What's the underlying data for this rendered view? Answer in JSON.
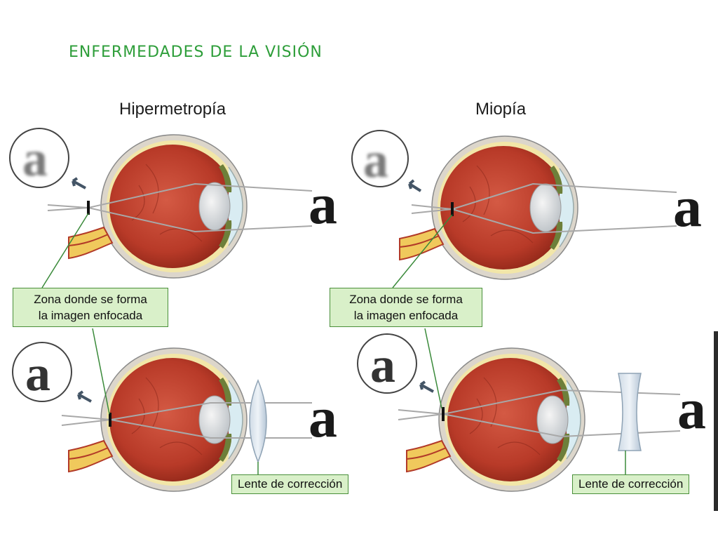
{
  "title": "ENFERMEDADES DE LA VISIÓN",
  "columns": {
    "left": "Hipermetropía",
    "right": "Miopía"
  },
  "callouts": {
    "focus_zone": "Zona donde se forma la imagen enfocada",
    "focus_zone_line1": "Zona donde se forma",
    "focus_zone_line2": "la imagen enfocada",
    "lens": "Lente de corrección"
  },
  "glyphs": {
    "object_letter": "a",
    "blurred_letter": "a",
    "corrected_letter": "a"
  },
  "colors": {
    "title": "#2e9e3a",
    "callout_bg": "#d9f0c9",
    "callout_border": "#4a8f3a",
    "eye_red": "#b8402e",
    "sclera": "#e7e2d8",
    "nerve": "#e9c96a"
  }
}
